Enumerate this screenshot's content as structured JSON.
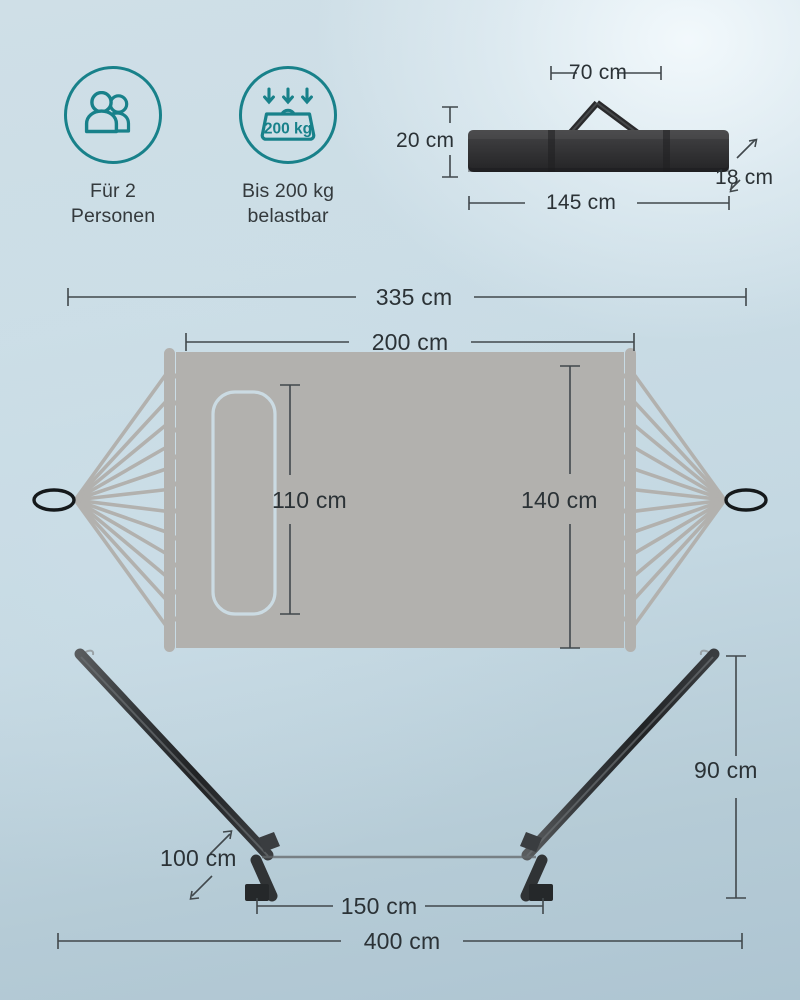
{
  "product": {
    "type": "hammock-with-stand-spec-infographic",
    "language": "de"
  },
  "features": [
    {
      "id": "two-persons",
      "icon": "two-people-icon",
      "caption": "Für 2\nPersonen"
    },
    {
      "id": "max-load",
      "icon": "weight-load-icon",
      "icon_label": "200 kg",
      "caption": "Bis 200 kg\nbelastbar"
    }
  ],
  "carry_bag": {
    "name": "carry-bag",
    "dimensions": {
      "strap_width": "70 cm",
      "height": "20 cm",
      "length": "145 cm",
      "depth": "18 cm"
    }
  },
  "hammock": {
    "name": "hammock",
    "dimensions": {
      "total_length": "335 cm",
      "bed_length": "200 cm",
      "pillow_height": "110 cm",
      "bed_width": "140 cm"
    }
  },
  "stand": {
    "name": "hammock-stand",
    "dimensions": {
      "height": "90 cm",
      "foot_depth": "100 cm",
      "foot_width": "150 cm",
      "total_width": "400 cm"
    }
  },
  "colors": {
    "accent_teal": "#18818a",
    "text_dark": "#2b3236",
    "fabric_gray": "#b2b1ae",
    "metal_black": "#2f3133",
    "background_top": "#cfdfe7",
    "background_bottom": "#aec5d2"
  }
}
